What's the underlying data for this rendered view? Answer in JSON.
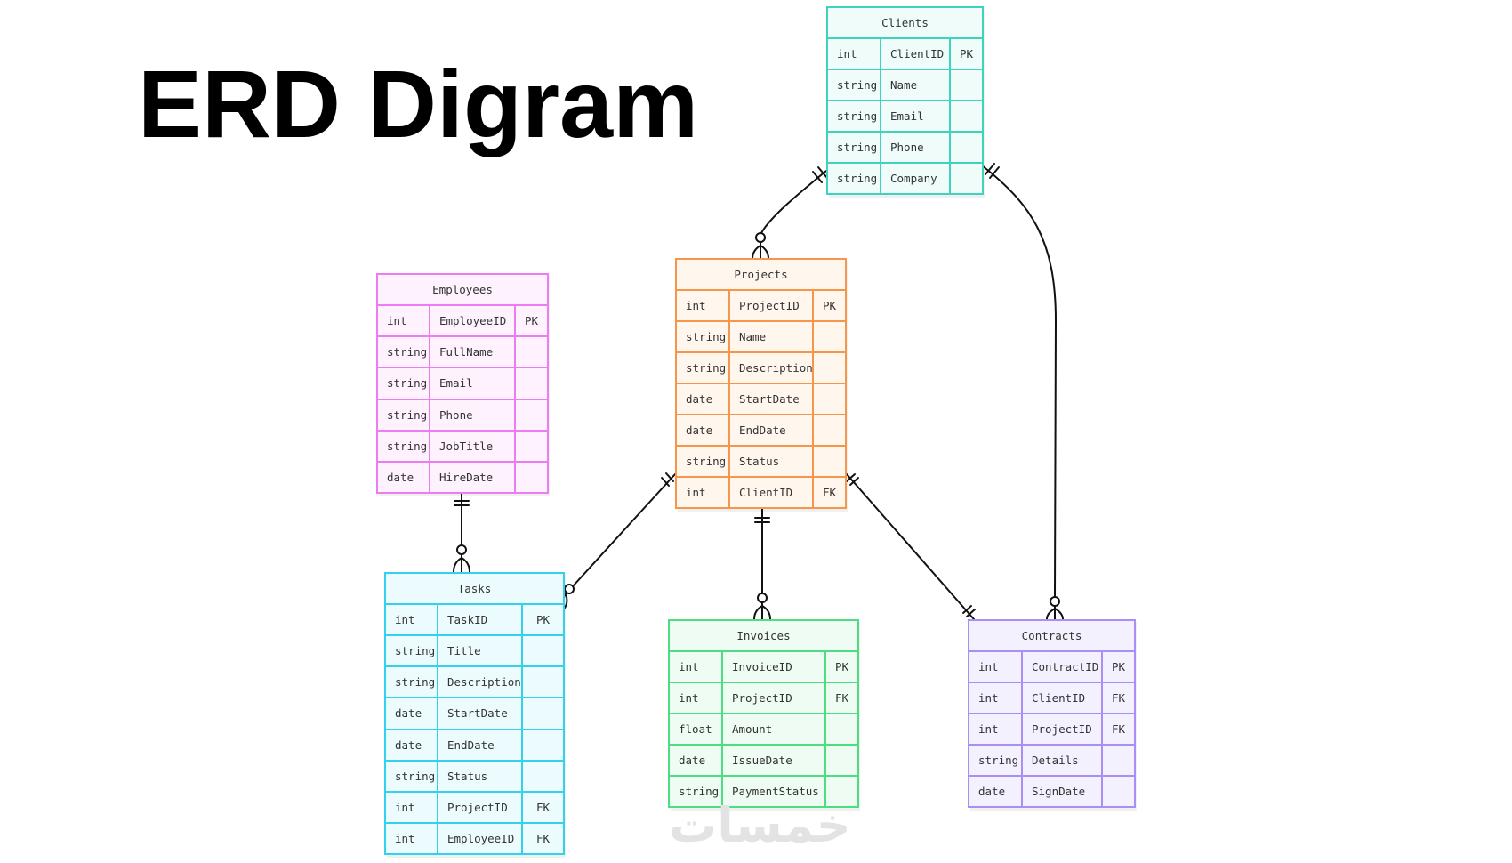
{
  "title": "ERD Digram",
  "watermark": "خمسات",
  "colors": {
    "clients": {
      "border": "#3fd3bd",
      "fill": "#effcfa"
    },
    "employees": {
      "border": "#ed7cf2",
      "fill": "#fdf2fe"
    },
    "projects": {
      "border": "#f7964a",
      "fill": "#fff6ee"
    },
    "tasks": {
      "border": "#33d1ec",
      "fill": "#ecfcfe"
    },
    "invoices": {
      "border": "#4fdd84",
      "fill": "#effcf3"
    },
    "contracts": {
      "border": "#a98ef5",
      "fill": "#f4f1fe"
    },
    "line": "#111111"
  },
  "entities": {
    "clients": {
      "name": "Clients",
      "attributes": [
        {
          "type": "int",
          "name": "ClientID",
          "key": "PK"
        },
        {
          "type": "string",
          "name": "Name",
          "key": ""
        },
        {
          "type": "string",
          "name": "Email",
          "key": ""
        },
        {
          "type": "string",
          "name": "Phone",
          "key": ""
        },
        {
          "type": "string",
          "name": "Company",
          "key": ""
        }
      ]
    },
    "employees": {
      "name": "Employees",
      "attributes": [
        {
          "type": "int",
          "name": "EmployeeID",
          "key": "PK"
        },
        {
          "type": "string",
          "name": "FullName",
          "key": ""
        },
        {
          "type": "string",
          "name": "Email",
          "key": ""
        },
        {
          "type": "string",
          "name": "Phone",
          "key": ""
        },
        {
          "type": "string",
          "name": "JobTitle",
          "key": ""
        },
        {
          "type": "date",
          "name": "HireDate",
          "key": ""
        }
      ]
    },
    "projects": {
      "name": "Projects",
      "attributes": [
        {
          "type": "int",
          "name": "ProjectID",
          "key": "PK"
        },
        {
          "type": "string",
          "name": "Name",
          "key": ""
        },
        {
          "type": "string",
          "name": "Description",
          "key": ""
        },
        {
          "type": "date",
          "name": "StartDate",
          "key": ""
        },
        {
          "type": "date",
          "name": "EndDate",
          "key": ""
        },
        {
          "type": "string",
          "name": "Status",
          "key": ""
        },
        {
          "type": "int",
          "name": "ClientID",
          "key": "FK"
        }
      ]
    },
    "tasks": {
      "name": "Tasks",
      "attributes": [
        {
          "type": "int",
          "name": "TaskID",
          "key": "PK"
        },
        {
          "type": "string",
          "name": "Title",
          "key": ""
        },
        {
          "type": "string",
          "name": "Description",
          "key": ""
        },
        {
          "type": "date",
          "name": "StartDate",
          "key": ""
        },
        {
          "type": "date",
          "name": "EndDate",
          "key": ""
        },
        {
          "type": "string",
          "name": "Status",
          "key": ""
        },
        {
          "type": "int",
          "name": "ProjectID",
          "key": "FK"
        },
        {
          "type": "int",
          "name": "EmployeeID",
          "key": "FK"
        }
      ]
    },
    "invoices": {
      "name": "Invoices",
      "attributes": [
        {
          "type": "int",
          "name": "InvoiceID",
          "key": "PK"
        },
        {
          "type": "int",
          "name": "ProjectID",
          "key": "FK"
        },
        {
          "type": "float",
          "name": "Amount",
          "key": ""
        },
        {
          "type": "date",
          "name": "IssueDate",
          "key": ""
        },
        {
          "type": "string",
          "name": "PaymentStatus",
          "key": ""
        }
      ]
    },
    "contracts": {
      "name": "Contracts",
      "attributes": [
        {
          "type": "int",
          "name": "ContractID",
          "key": "PK"
        },
        {
          "type": "int",
          "name": "ClientID",
          "key": "FK"
        },
        {
          "type": "int",
          "name": "ProjectID",
          "key": "FK"
        },
        {
          "type": "string",
          "name": "Details",
          "key": ""
        },
        {
          "type": "date",
          "name": "SignDate",
          "key": ""
        }
      ]
    }
  },
  "relationships": [
    {
      "from": "Clients",
      "to": "Projects",
      "from_cardinality": "exactly-one",
      "to_cardinality": "zero-or-many"
    },
    {
      "from": "Clients",
      "to": "Contracts",
      "from_cardinality": "exactly-one",
      "to_cardinality": "zero-or-many"
    },
    {
      "from": "Employees",
      "to": "Tasks",
      "from_cardinality": "exactly-one",
      "to_cardinality": "zero-or-many"
    },
    {
      "from": "Projects",
      "to": "Tasks",
      "from_cardinality": "exactly-one",
      "to_cardinality": "zero-or-many"
    },
    {
      "from": "Projects",
      "to": "Invoices",
      "from_cardinality": "exactly-one",
      "to_cardinality": "zero-or-many"
    },
    {
      "from": "Projects",
      "to": "Contracts",
      "from_cardinality": "exactly-one",
      "to_cardinality": "exactly-one"
    }
  ]
}
